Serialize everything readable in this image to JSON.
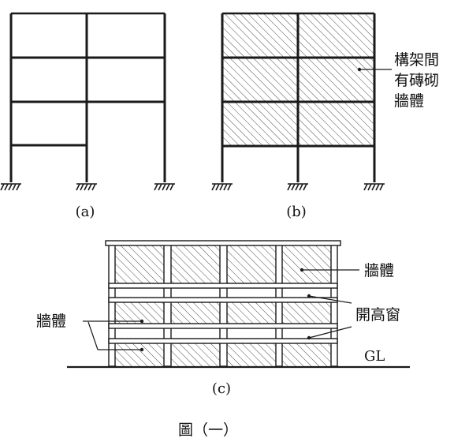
{
  "figures": {
    "a": {
      "caption": "(a)"
    },
    "b": {
      "caption": "(b)",
      "annotation_lines": [
        "構架間",
        "有磚砌",
        "牆體"
      ]
    },
    "c": {
      "caption": "(c)",
      "label_wall_right": "牆體",
      "label_clerestory": "開高窗",
      "label_wall_left": "牆體",
      "label_ground": "GL"
    }
  },
  "figure_title": "圖（一）",
  "colors": {
    "line": "#1a1a1a",
    "hatch": "#3a3a3a",
    "background": "#ffffff"
  }
}
